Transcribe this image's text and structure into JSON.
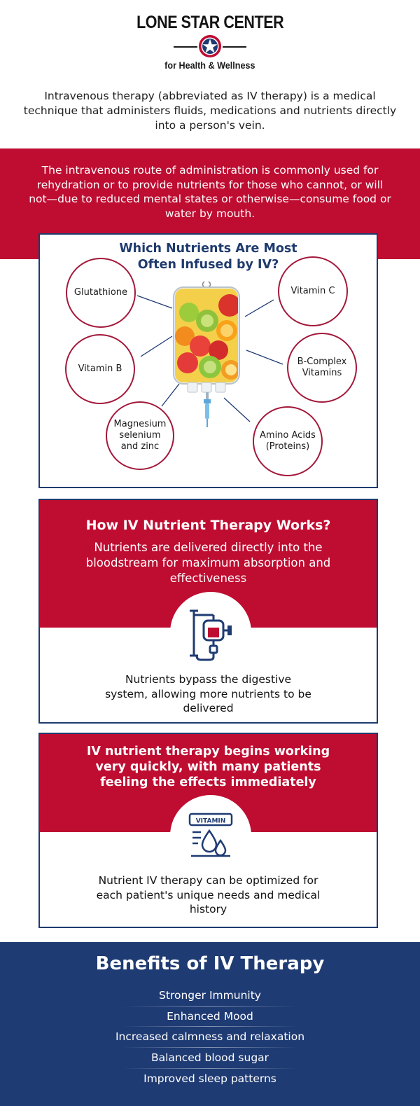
{
  "brand": {
    "title": "LONE STAR CENTER",
    "subtitle": "for Health & Wellness",
    "star_color": "#1f3b73",
    "ring_color": "#bf0c31"
  },
  "intro": "Intravenous therapy (abbreviated as IV therapy) is a medical technique that administers fluids, medications and nutrients directly into a person's vein.",
  "red_band": "The intravenous route of administration is commonly used for rehydration or to provide nutrients for those who cannot, or will not—due to reduced mental states or otherwise—consume food or water by mouth.",
  "nutrients": {
    "title_line1": "Which Nutrients Are Most",
    "title_line2": "Often Infused by IV?",
    "items": [
      {
        "line1": "Glutathione"
      },
      {
        "line1": "Vitamin B"
      },
      {
        "line1": "Magnesium",
        "line2": "selenium",
        "line3": "and zinc"
      },
      {
        "line1": "Vitamin C"
      },
      {
        "line1": "B-Complex",
        "line2": "Vitamins"
      },
      {
        "line1": "Amino Acids",
        "line2": "(Proteins)"
      }
    ],
    "icon": "iv-fruit-bag-icon"
  },
  "how_it_works": {
    "title": "How IV Nutrient Therapy Works?",
    "subtitle": "Nutrients are delivered directly into the bloodstream for maximum absorption and effectiveness",
    "body": "Nutrients bypass the digestive system, allowing more nutrients to be delivered",
    "icon": "iv-drip-icon"
  },
  "quick_effect": {
    "title": "IV nutrient therapy begins working very quickly, with many patients feeling the effects immediately",
    "body": "Nutrient IV therapy can be optimized for each patient's unique needs and medical history",
    "icon": "vitamin-drop-icon",
    "icon_label": "VITAMIN"
  },
  "benefits": {
    "title": "Benefits of IV Therapy",
    "items": [
      "Stronger Immunity",
      "Enhanced Mood",
      "Increased calmness and relaxation",
      "Balanced blood sugar",
      "Improved sleep patterns"
    ]
  },
  "colors": {
    "red": "#bf0c31",
    "navy": "#1f3b73",
    "circle_border": "#a3193b"
  }
}
